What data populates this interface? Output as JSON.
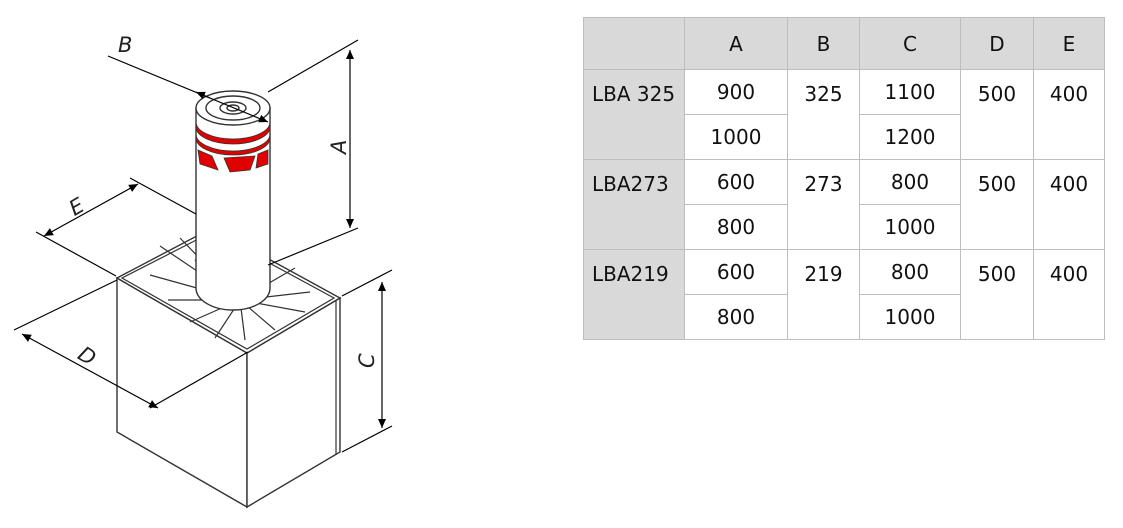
{
  "diagram": {
    "labels": {
      "A": "A",
      "B": "B",
      "C": "C",
      "D": "D",
      "E": "E"
    },
    "stripe_color": "#e10000"
  },
  "table": {
    "header": [
      "",
      "A",
      "B",
      "C",
      "D",
      "E"
    ],
    "groups": [
      {
        "model": "LBA 325",
        "rows": [
          {
            "A": "900",
            "C": "1100"
          },
          {
            "A": "1000",
            "C": "1200"
          }
        ],
        "B": "325",
        "D": "500",
        "E": "400"
      },
      {
        "model": "LBA273",
        "rows": [
          {
            "A": "600",
            "C": "800"
          },
          {
            "A": "800",
            "C": "1000"
          }
        ],
        "B": "273",
        "D": "500",
        "E": "400"
      },
      {
        "model": "LBA219",
        "rows": [
          {
            "A": "600",
            "C": "800"
          },
          {
            "A": "800",
            "C": "1000"
          }
        ],
        "B": "219",
        "D": "500",
        "E": "400"
      }
    ]
  }
}
